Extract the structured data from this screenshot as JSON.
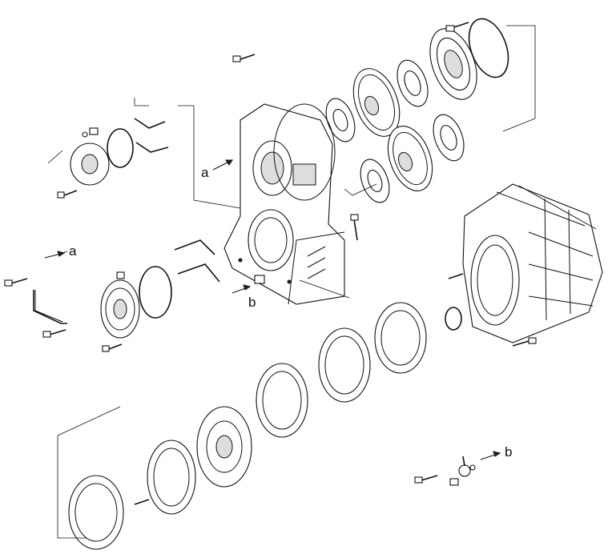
{
  "diagram": {
    "callouts": [
      {
        "id": "a-upper",
        "text": "a"
      },
      {
        "id": "a-left",
        "text": "a"
      },
      {
        "id": "b-middle",
        "text": "b"
      },
      {
        "id": "b-lower",
        "text": "b"
      }
    ]
  }
}
